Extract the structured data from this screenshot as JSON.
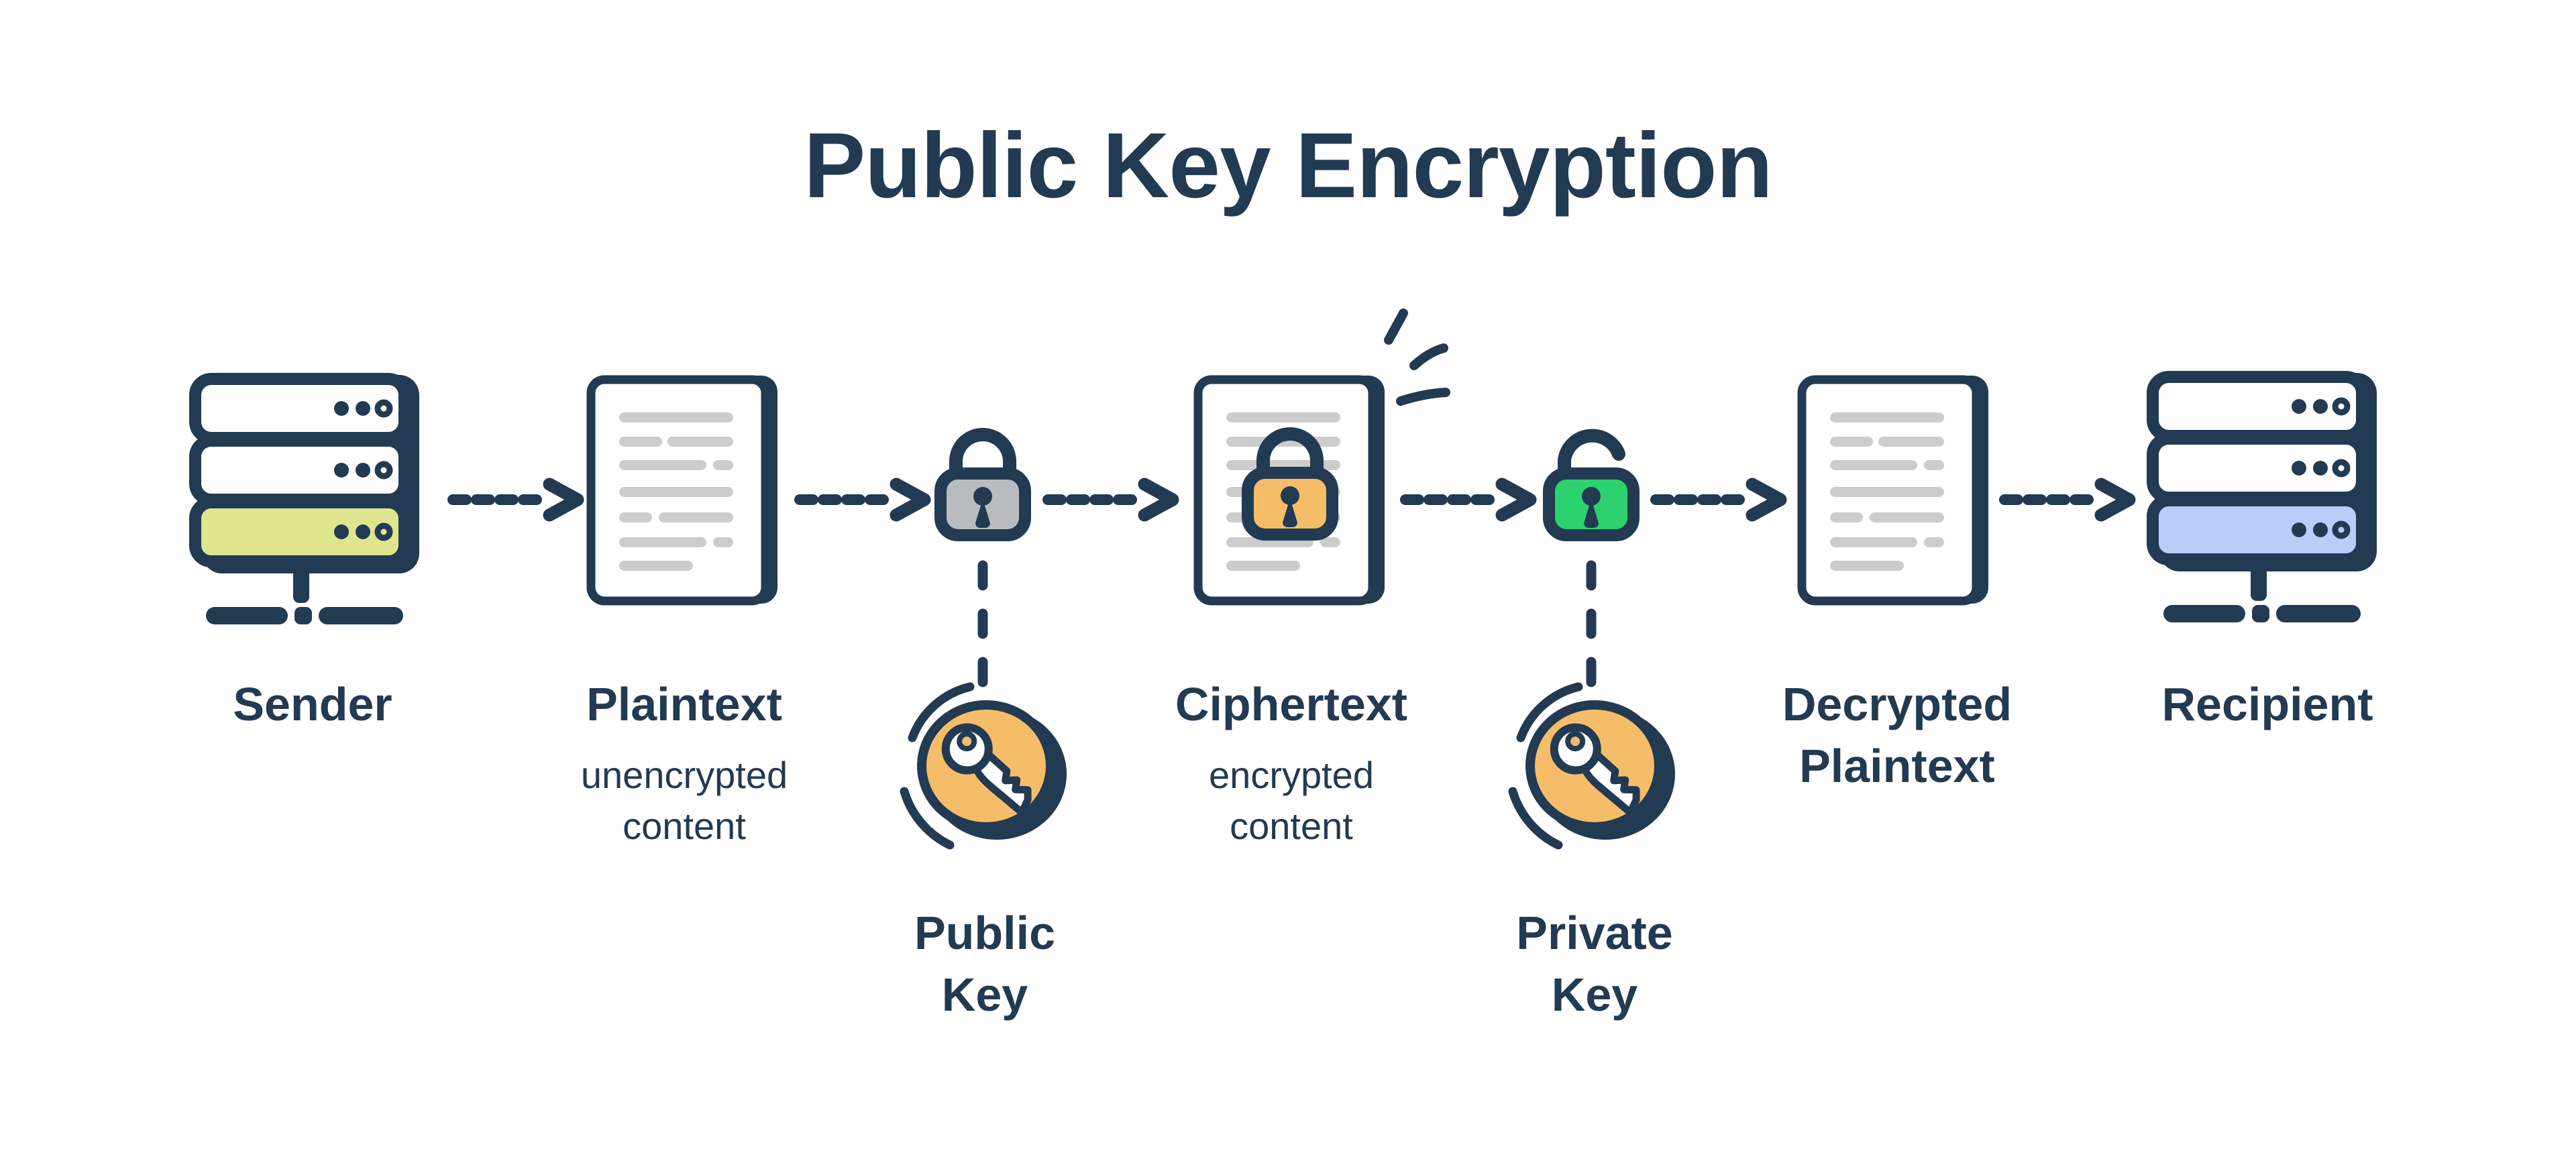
{
  "title": "Public Key Encryption",
  "colors": {
    "navy": "#223a52",
    "orange": "#f6bd69",
    "green": "#2cd26e",
    "grayfill": "#b9bcbf",
    "palegreen": "#dfe48e",
    "paleblue": "#b9cdf9",
    "linegray": "#cccccc"
  },
  "nodes": {
    "sender": {
      "label": "Sender",
      "icon": "server-icon",
      "highlight_color": "#dfe48e"
    },
    "plaintext": {
      "label": "Plaintext",
      "sublabel": [
        "unencrypted",
        "content"
      ],
      "icon": "document-icon"
    },
    "public_key": {
      "label": [
        "Public",
        "Key"
      ],
      "icon": "key-icon",
      "lock_icon": "closed-padlock-gray"
    },
    "ciphertext": {
      "label": "Ciphertext",
      "sublabel": [
        "encrypted",
        "content"
      ],
      "icon": "document-lock-icon"
    },
    "private_key": {
      "label": [
        "Private",
        "Key"
      ],
      "icon": "key-icon",
      "lock_icon": "open-padlock-green"
    },
    "decrypted": {
      "label": [
        "Decrypted",
        "Plaintext"
      ],
      "icon": "document-icon"
    },
    "recipient": {
      "label": "Recipient",
      "icon": "server-icon",
      "highlight_color": "#b9cdf9"
    }
  },
  "arrow_count": 6
}
